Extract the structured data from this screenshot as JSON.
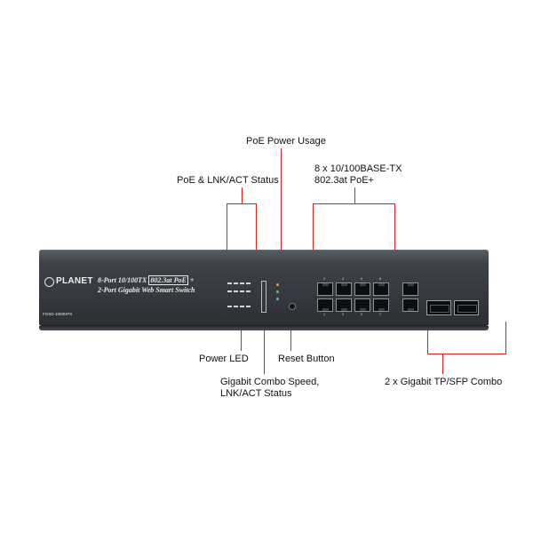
{
  "callouts": {
    "poe_power_usage": "PoE Power Usage",
    "poe_lnk_act_status": "PoE & LNK/ACT Status",
    "ports_line1": "8 x 10/100BASE-TX",
    "ports_line2": "802.3at PoE+",
    "power_led": "Power LED",
    "reset_button": "Reset Button",
    "gigabit_combo_line1": "Gigabit Combo Speed,",
    "gigabit_combo_line2": "LNK/ACT Status",
    "gigabit_tp_sfp": "2 x Gigabit TP/SFP Combo"
  },
  "device": {
    "brand": "PLANET",
    "model_line1_a": "8-Port 10/100TX",
    "model_line1_std": "802.3at PoE",
    "model_line1_b": "+",
    "model_line2": "2-Port Gigabit Web Smart Switch",
    "model_id": "FGSD-1008HPS",
    "port_numbers_top": [
      "2",
      "4",
      "6",
      "8"
    ],
    "port_numbers_bottom": [
      "1",
      "3",
      "5",
      "7"
    ]
  },
  "colors": {
    "callout_line": "#d8231f",
    "chassis": "#3d4248",
    "led_green": "#3fd64a",
    "led_amber": "#f0a21a"
  }
}
